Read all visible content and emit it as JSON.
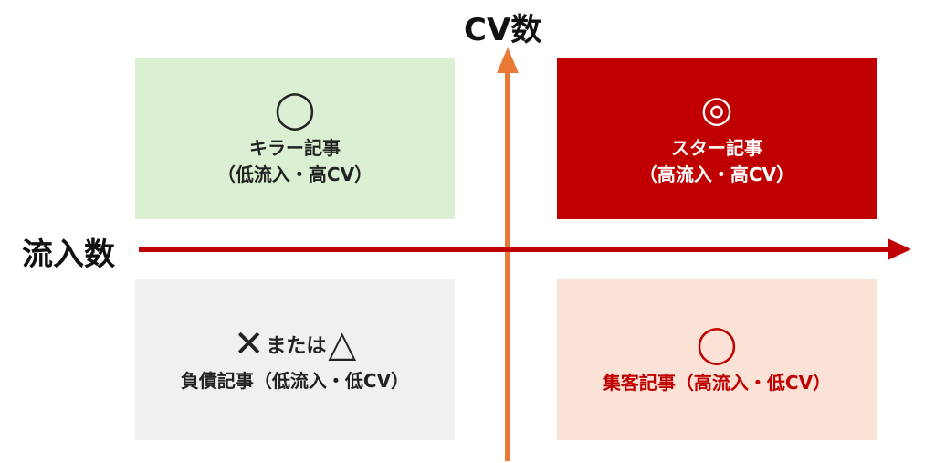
{
  "axes": {
    "y_label": "CV数",
    "x_label": "流入数",
    "y_axis_color": "#e87a36",
    "x_axis_color": "#c00000"
  },
  "quadrants": {
    "top_left": {
      "symbol": "◯",
      "title": "キラー記事",
      "subtitle": "（低流入・高CV）",
      "background": "#dbf0d2"
    },
    "top_right": {
      "symbol": "◎",
      "title": "スター記事",
      "subtitle": "（高流入・高CV）",
      "background": "#c00000"
    },
    "bottom_left": {
      "symbol_cross": "✕",
      "symbol_connector": "または",
      "symbol_triangle": "△",
      "title": "負債記事（低流入・低CV）",
      "background": "#f0f0f0"
    },
    "bottom_right": {
      "symbol": "◯",
      "title": "集客記事（高流入・低CV）",
      "background": "#fbe2d6"
    }
  }
}
